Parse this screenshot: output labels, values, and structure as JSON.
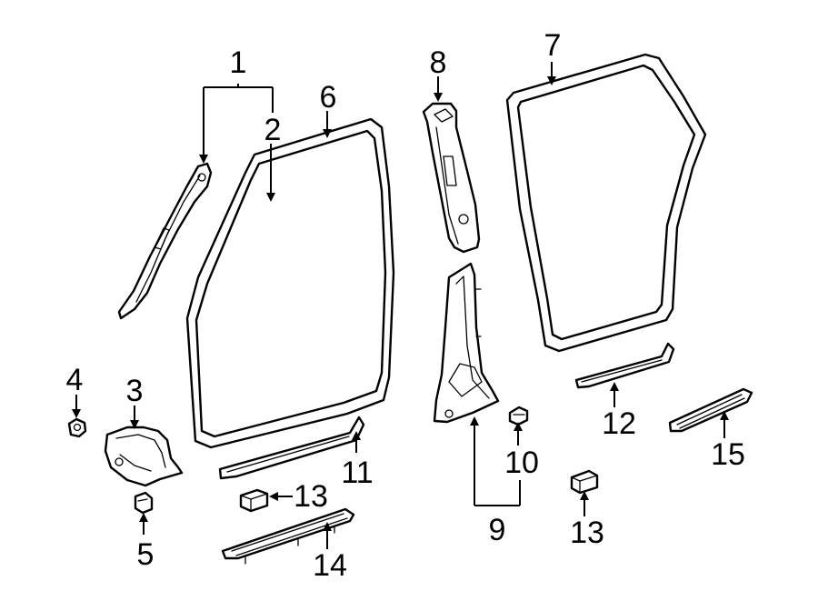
{
  "callouts": {
    "c1": "1",
    "c2": "2",
    "c3": "3",
    "c4": "4",
    "c5": "5",
    "c6": "6",
    "c7": "7",
    "c8": "8",
    "c9": "9",
    "c10": "10",
    "c11": "11",
    "c12": "12",
    "c13a": "13",
    "c13b": "13",
    "c14": "14",
    "c15": "15"
  },
  "colors": {
    "line": "#000000",
    "background": "#ffffff"
  }
}
